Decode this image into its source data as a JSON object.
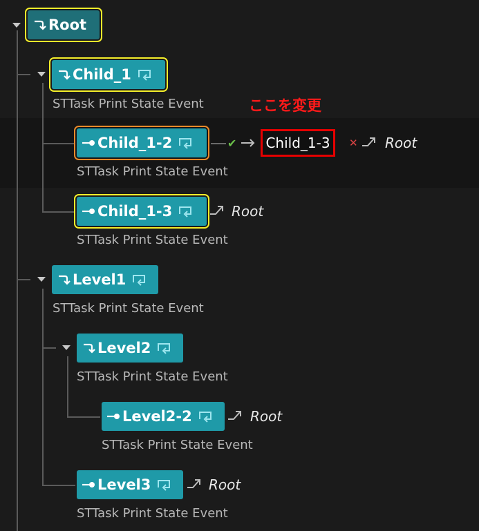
{
  "tree": {
    "root": {
      "label": "Root"
    },
    "child_1": {
      "label": "Child_1",
      "task": "STTask Print State Event"
    },
    "child_1_2": {
      "label": "Child_1-2",
      "task": "STTask Print State Event",
      "rename_value": "Child_1-3",
      "transition_target": "Root"
    },
    "child_1_3": {
      "label": "Child_1-3",
      "task": "STTask Print State Event",
      "transition_target": "Root"
    },
    "level1": {
      "label": "Level1",
      "task": "STTask Print State Event"
    },
    "level2": {
      "label": "Level2",
      "task": "STTask Print State Event"
    },
    "level2_2": {
      "label": "Level2-2",
      "task": "STTask Print State Event",
      "transition_target": "Root"
    },
    "level3": {
      "label": "Level3",
      "task": "STTask Print State Event",
      "transition_target": "Root"
    }
  },
  "annotation": {
    "text": "ここを変更"
  },
  "colors": {
    "background": "#1b1b1b",
    "node": "#1f9aa8",
    "root_node": "#1f6f78",
    "selection_yellow": "#f5ef2a",
    "selection_orange": "#e98a2a",
    "annotation_red": "#ff1a1a",
    "confirm_green": "#6cc24a",
    "cancel_red": "#e04545"
  },
  "icons": {
    "group_state": "enter-state-arrow-icon",
    "leaf_state": "leaf-state-dot-icon",
    "event": "event-loop-icon",
    "transition": "transition-arrow-icon",
    "confirm": "check-icon",
    "cancel": "cross-icon"
  }
}
